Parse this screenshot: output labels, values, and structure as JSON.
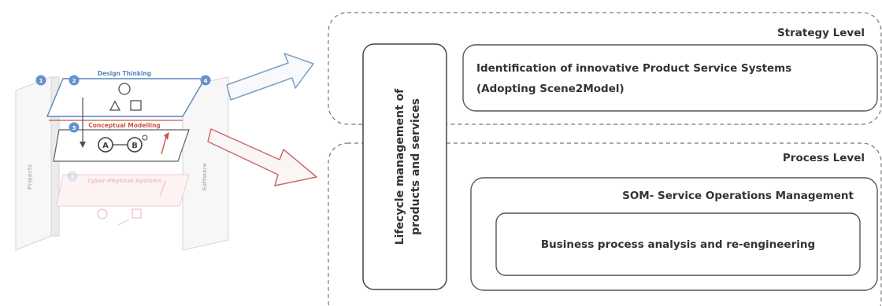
{
  "left_graphic": {
    "top_plane_label": "Design Thinking",
    "middle_plane_label": "Conceptual Modelling",
    "bottom_plane_label": "Cyber-Physical Systems",
    "left_wall_label": "Projects",
    "right_wall_label": "Software",
    "circle_a": "A",
    "circle_b": "B",
    "marker_labels": [
      "1",
      "2",
      "3",
      "4",
      "5"
    ]
  },
  "lifecycle": {
    "line1": "Lifecycle management of",
    "line2": "products and services"
  },
  "strategy": {
    "title": "Strategy Level",
    "content_line1": "Identification of innovative Product Service Systems",
    "content_line2": "(Adopting Scene2Model)"
  },
  "process": {
    "title": "Process Level",
    "som": "SOM- Service Operations Management",
    "bpa": "Business process analysis and re-engineering"
  },
  "colors": {
    "text": "#333333",
    "border": "#555555",
    "dashed": "#777777",
    "blue": "#3d6fb6",
    "red": "#c0392b",
    "arrow_top": "#7f9fc4",
    "arrow_bottom": "#c8696b"
  }
}
